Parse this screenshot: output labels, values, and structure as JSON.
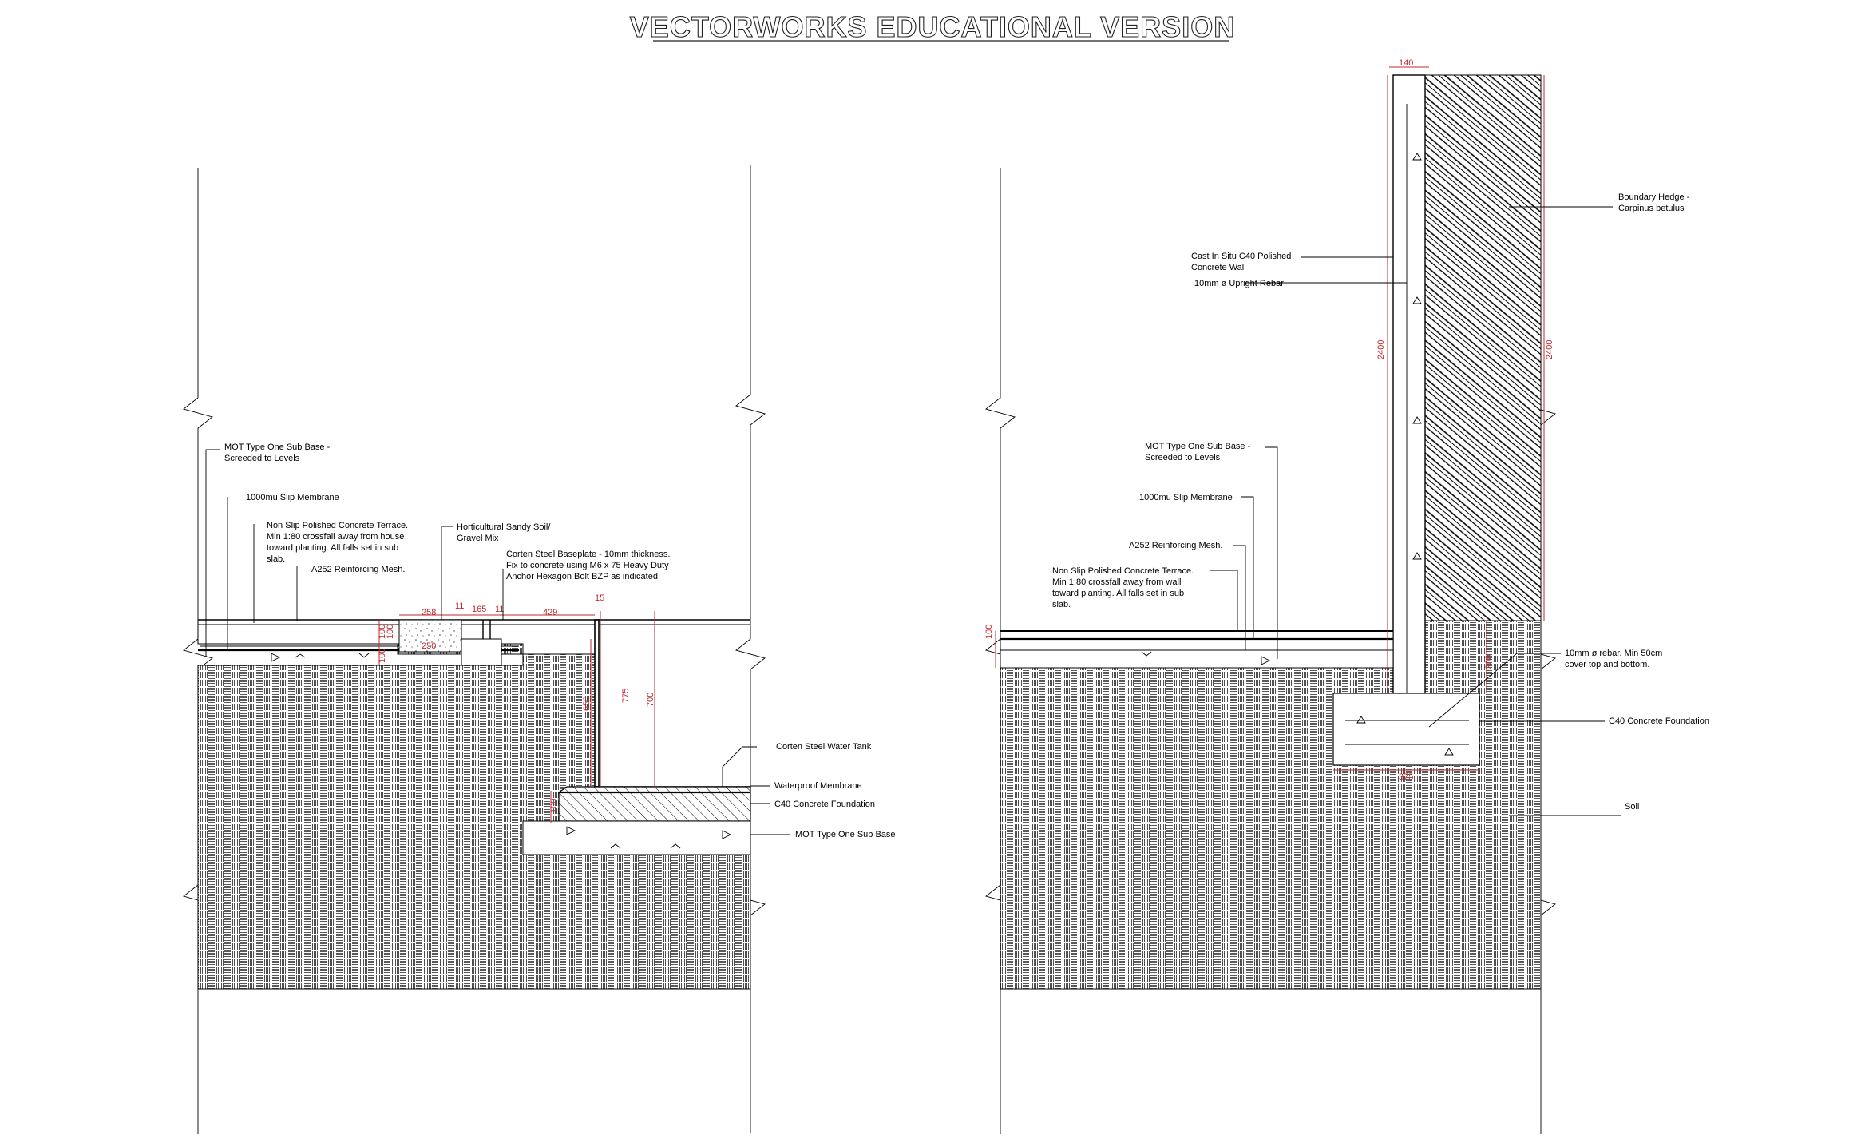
{
  "watermark": "VECTORWORKS EDUCATIONAL VERSION",
  "left_section": {
    "labels": {
      "mot_sub_base_1": "MOT Type One Sub Base -",
      "mot_sub_base_2": "Screeded to Levels",
      "slip_membrane": "1000mu Slip Membrane",
      "terrace_1": "Non Slip Polished Concrete Terrace.",
      "terrace_2": "Min 1:80 crossfall away from house",
      "terrace_3": "toward planting.  All falls set in sub",
      "terrace_4": "slab.",
      "mesh": "A252 Reinforcing Mesh.",
      "soil_mix_1": "Horticultural Sandy Soil/",
      "soil_mix_2": "Gravel Mix",
      "baseplate_1": "Corten Steel Baseplate - 10mm thickness.",
      "baseplate_2": "Fix to concrete using M6 x 75 Heavy Duty",
      "baseplate_3": "Anchor Hexagon Bolt BZP as indicated.",
      "water_tank": "Corten Steel Water Tank",
      "waterproof": "Waterproof Membrane",
      "foundation": "C40 Concrete Foundation",
      "sub_base": "MOT Type One Sub Base"
    },
    "dims": {
      "d258": "258",
      "d11a": "11",
      "d165": "165",
      "d11b": "11",
      "d429": "429",
      "d15": "15",
      "d100a": "100",
      "d100b": "100",
      "d100c": "100",
      "d250": "250",
      "d775": "775",
      "d700": "700",
      "d650": "650",
      "d100d": "100"
    }
  },
  "right_section": {
    "labels": {
      "hedge_1": "Boundary Hedge -",
      "hedge_2": "Carpinus betulus",
      "wall_1": "Cast In Situ C40 Polished",
      "wall_2": "Concrete Wall",
      "rebar": "10mm ø Upright Rebar",
      "mot_sub_base_1": "MOT Type One Sub Base -",
      "mot_sub_base_2": "Screeded to Levels",
      "slip_membrane": "1000mu Slip Membrane",
      "mesh": "A252 Reinforcing Mesh.",
      "terrace_1": "Non Slip Polished Concrete Terrace.",
      "terrace_2": "Min 1:80 crossfall away from wall",
      "terrace_3": "toward planting.  All falls set in sub",
      "terrace_4": "slab.",
      "rebar_cover_1": "10mm ø rebar.  Min 50cm",
      "rebar_cover_2": "cover top and bottom.",
      "foundation": "C40 Concrete Foundation",
      "soil": "Soil"
    },
    "dims": {
      "d140": "140",
      "d2400a": "2400",
      "d2400b": "2400",
      "d100": "100",
      "d200": "200",
      "d375": "375"
    }
  },
  "colors": {
    "line": "#000000",
    "dimension": "#c0282e",
    "background": "#ffffff"
  }
}
